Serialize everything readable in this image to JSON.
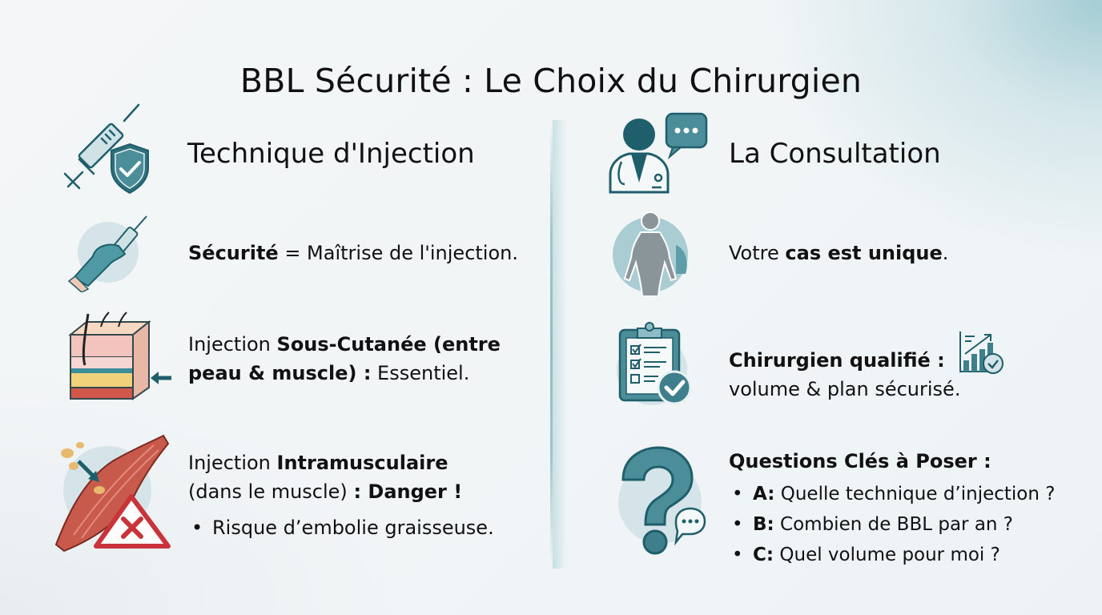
{
  "title": "BBL Sécurité : Le Choix du Chirurgien",
  "left_column": {
    "heading": "Technique d'Injection",
    "heading_icon": "syringe-shield-icon",
    "items": [
      {
        "icon": "gloved-hand-syringe-icon",
        "bold": "Sécurité",
        "text": " = Maîtrise de l'injection."
      },
      {
        "icon": "skin-layers-icon",
        "prefix": "Injection ",
        "bold": "Sous-Cutanée (entre peau & muscle) :",
        "text": " Essentiel."
      },
      {
        "icon": "muscle-danger-icon",
        "prefix": "Injection ",
        "bold": "Intramusculaire",
        "line2_text": "(dans le muscle) ",
        "line2_bold": ": Danger !",
        "bullet": "Risque d’embolie graisseuse."
      }
    ]
  },
  "right_column": {
    "heading": "La Consultation",
    "heading_icon": "doctor-chat-icon",
    "items": [
      {
        "icon": "body-silhouette-icon",
        "prefix": "Votre ",
        "bold": "cas est unique",
        "text": "."
      },
      {
        "icon": "clipboard-checklist-icon",
        "bold": "Chirurgien qualifié :",
        "inline_icon": "growth-chart-check-icon",
        "text": "volume & plan sécurisé."
      },
      {
        "icon": "question-mark-chat-icon",
        "bold": "Questions Clés à Poser :",
        "questions": [
          {
            "label": "A:",
            "text": " Quelle technique d’injection ?"
          },
          {
            "label": "B:",
            "text": " Combien de BBL par an ?"
          },
          {
            "label": "C:",
            "text": " Quel volume pour moi ?"
          }
        ]
      }
    ]
  },
  "colors": {
    "teal_dark": "#1f5e6b",
    "teal_mid": "#3f7f8b",
    "teal_light": "#9fc6cd",
    "danger_red": "#c9343a",
    "muscle_red": "#c75a4a"
  }
}
